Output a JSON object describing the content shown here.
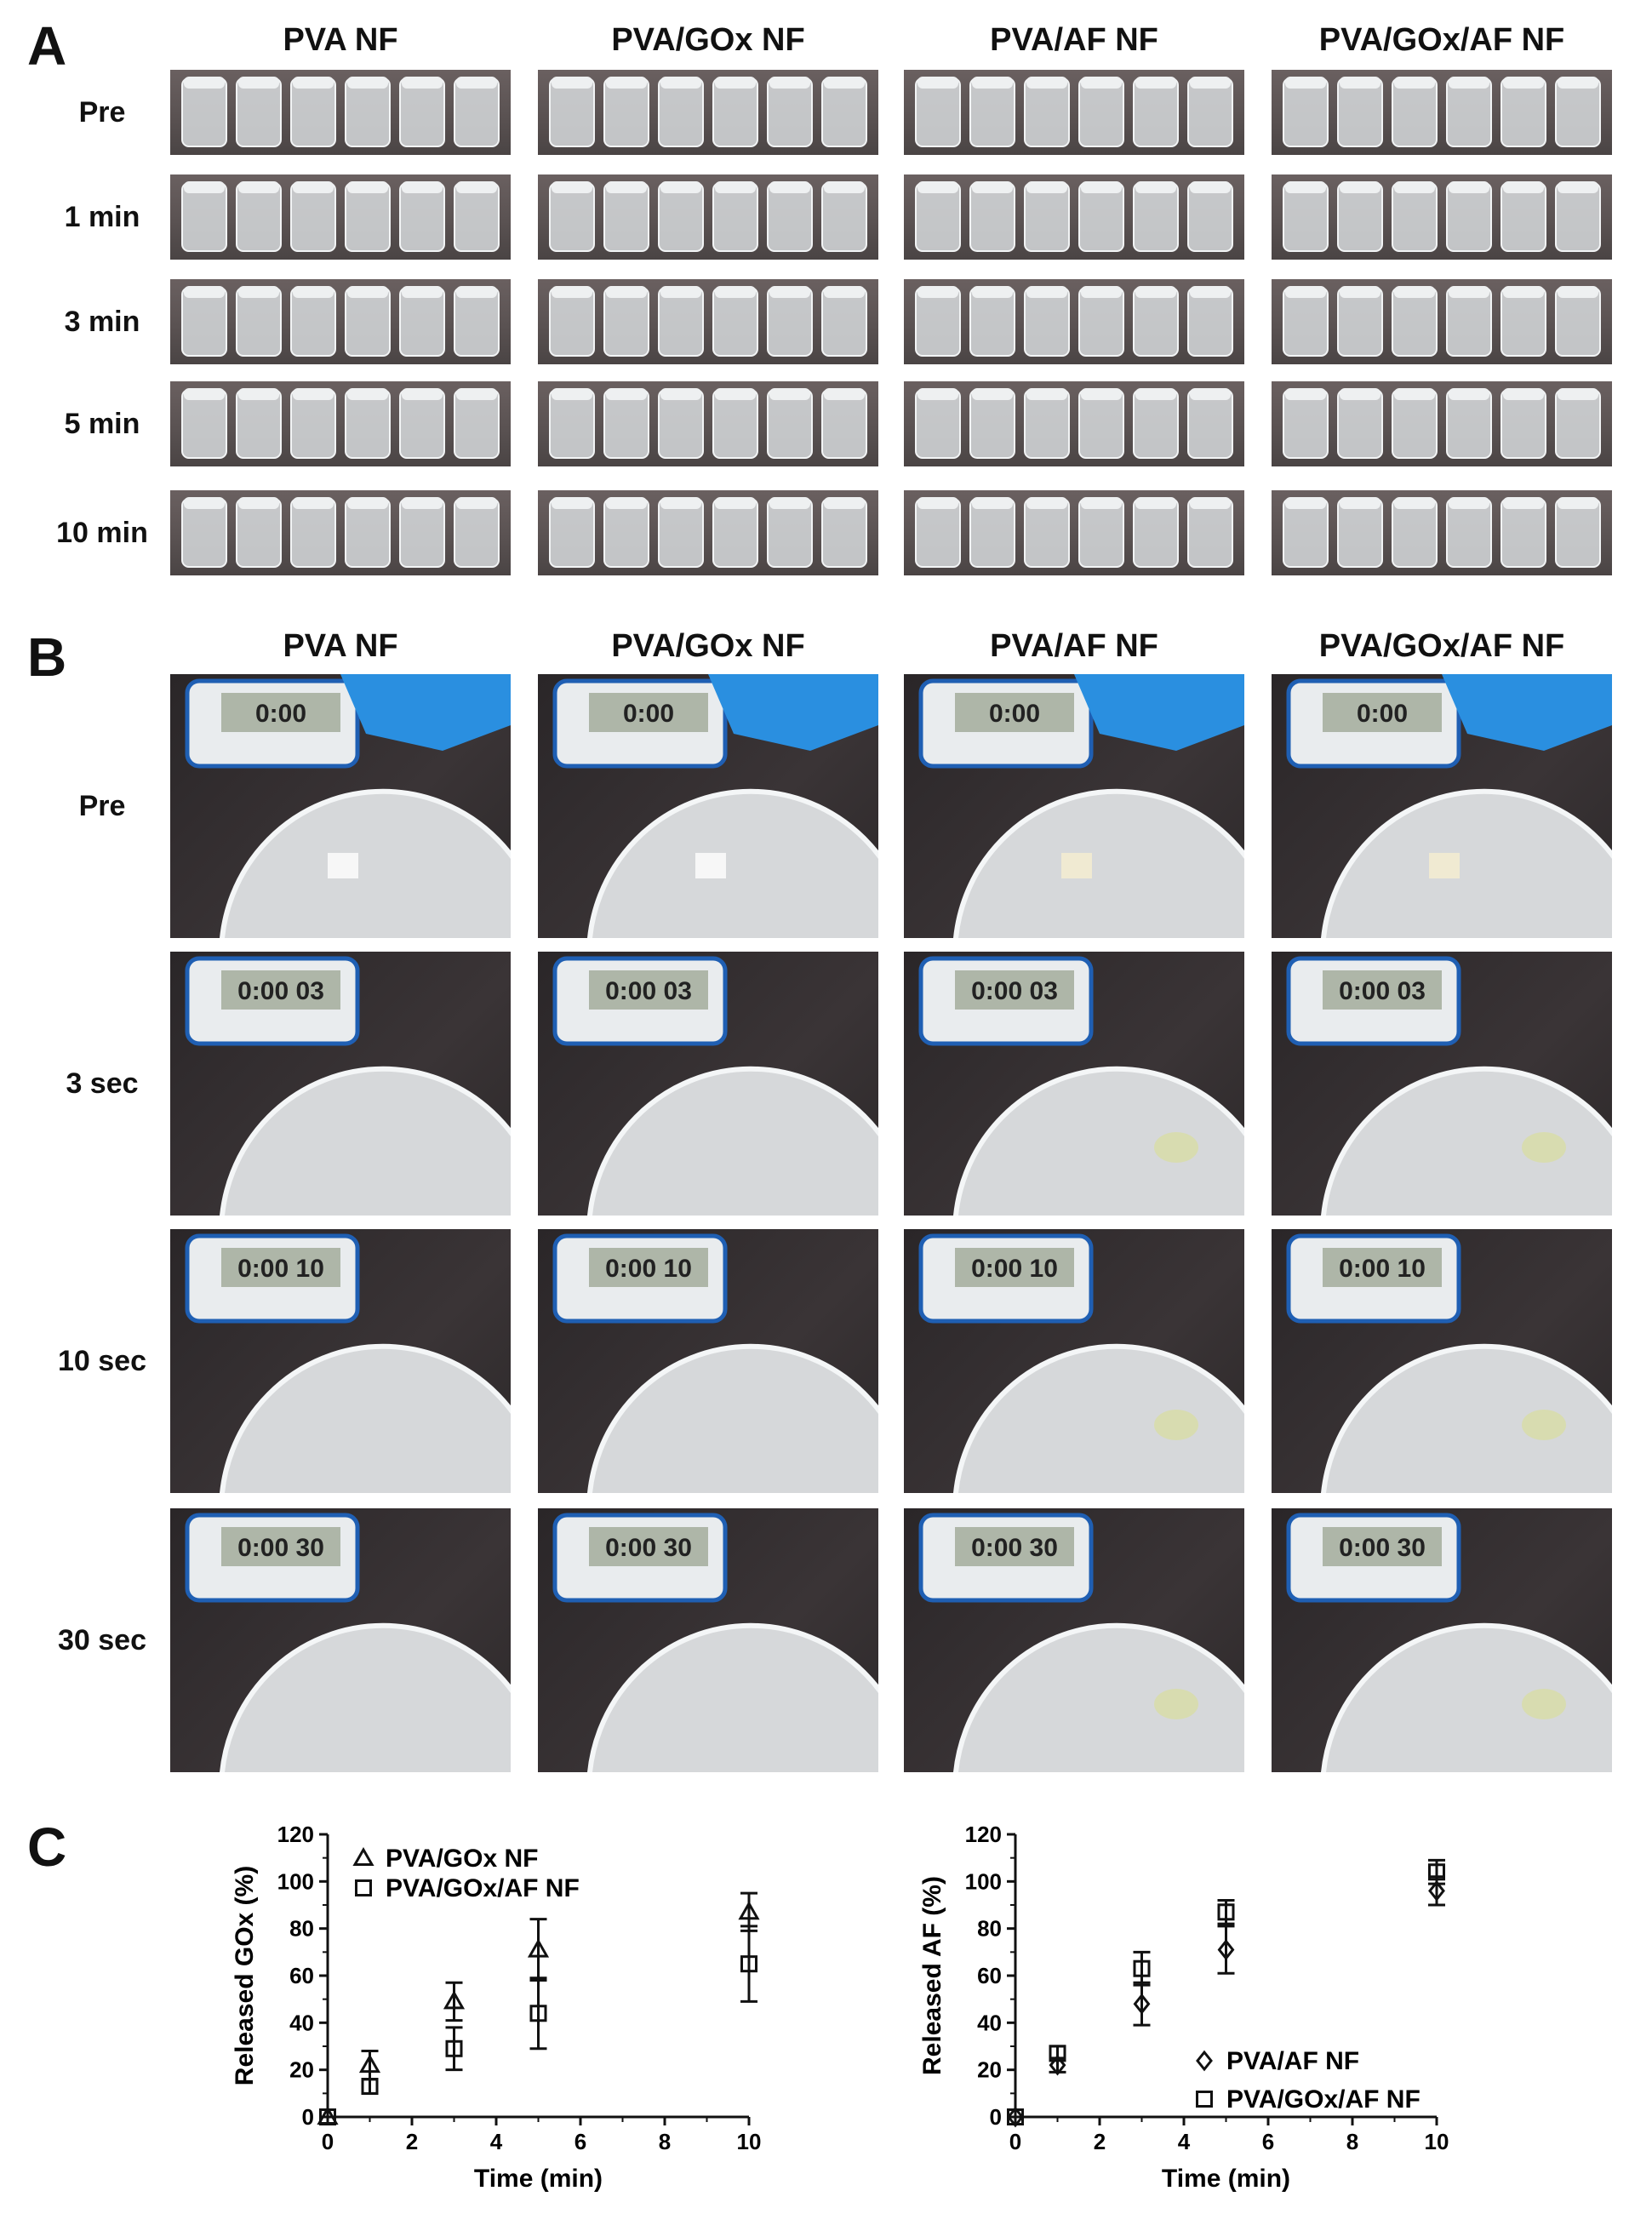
{
  "panel_a": {
    "letter": "A",
    "columns": [
      "PVA NF",
      "PVA/GOx NF",
      "PVA/AF NF",
      "PVA/GOx/AF NF"
    ],
    "rows": [
      "Pre",
      "1 min",
      "3 min",
      "5 min",
      "10 min"
    ]
  },
  "panel_b": {
    "letter": "B",
    "columns": [
      "PVA NF",
      "PVA/GOx NF",
      "PVA/AF NF",
      "PVA/GOx/AF NF"
    ],
    "rows": [
      "Pre",
      "3 sec",
      "10 sec",
      "30 sec"
    ],
    "timer_readings": [
      "0:00",
      "0:00 03",
      "0:00 10",
      "0:00 30"
    ]
  },
  "panel_c": {
    "letter": "C"
  },
  "chart_data": [
    {
      "type": "scatter",
      "title": "",
      "xlabel": "Time (min)",
      "ylabel": "Released GOx (%)",
      "xlim": [
        0,
        10
      ],
      "ylim": [
        0,
        120
      ],
      "xticks": [
        0,
        2,
        4,
        6,
        8,
        10
      ],
      "yticks": [
        0,
        20,
        40,
        60,
        80,
        100,
        120
      ],
      "grid": false,
      "legend_position": "top-left",
      "series": [
        {
          "name": "PVA/GOx NF",
          "marker": "triangle",
          "points": [
            {
              "x": 0,
              "y": 0,
              "err": 0
            },
            {
              "x": 1,
              "y": 22,
              "err": 6
            },
            {
              "x": 3,
              "y": 49,
              "err": 8
            },
            {
              "x": 5,
              "y": 71,
              "err": 13
            },
            {
              "x": 10,
              "y": 87,
              "err": 8
            }
          ]
        },
        {
          "name": "PVA/GOx/AF NF",
          "marker": "square",
          "points": [
            {
              "x": 0,
              "y": 0,
              "err": 0
            },
            {
              "x": 1,
              "y": 13,
              "err": 3
            },
            {
              "x": 3,
              "y": 29,
              "err": 9
            },
            {
              "x": 5,
              "y": 44,
              "err": 15
            },
            {
              "x": 10,
              "y": 65,
              "err": 16
            }
          ]
        }
      ]
    },
    {
      "type": "scatter",
      "title": "",
      "xlabel": "Time (min)",
      "ylabel": "Released AF (%)",
      "xlim": [
        0,
        10
      ],
      "ylim": [
        0,
        120
      ],
      "xticks": [
        0,
        2,
        4,
        6,
        8,
        10
      ],
      "yticks": [
        0,
        20,
        40,
        60,
        80,
        100,
        120
      ],
      "grid": false,
      "legend_position": "bottom-right",
      "series": [
        {
          "name": "PVA/AF NF",
          "marker": "diamond",
          "points": [
            {
              "x": 0,
              "y": 0,
              "err": 0
            },
            {
              "x": 1,
              "y": 22,
              "err": 3
            },
            {
              "x": 3,
              "y": 48,
              "err": 9
            },
            {
              "x": 5,
              "y": 71,
              "err": 10
            },
            {
              "x": 10,
              "y": 96,
              "err": 6
            }
          ]
        },
        {
          "name": "PVA/GOx/AF NF",
          "marker": "square",
          "points": [
            {
              "x": 0,
              "y": 0,
              "err": 0
            },
            {
              "x": 1,
              "y": 27,
              "err": 3
            },
            {
              "x": 3,
              "y": 63,
              "err": 7
            },
            {
              "x": 5,
              "y": 87,
              "err": 5
            },
            {
              "x": 10,
              "y": 104,
              "err": 5
            }
          ]
        }
      ]
    }
  ]
}
